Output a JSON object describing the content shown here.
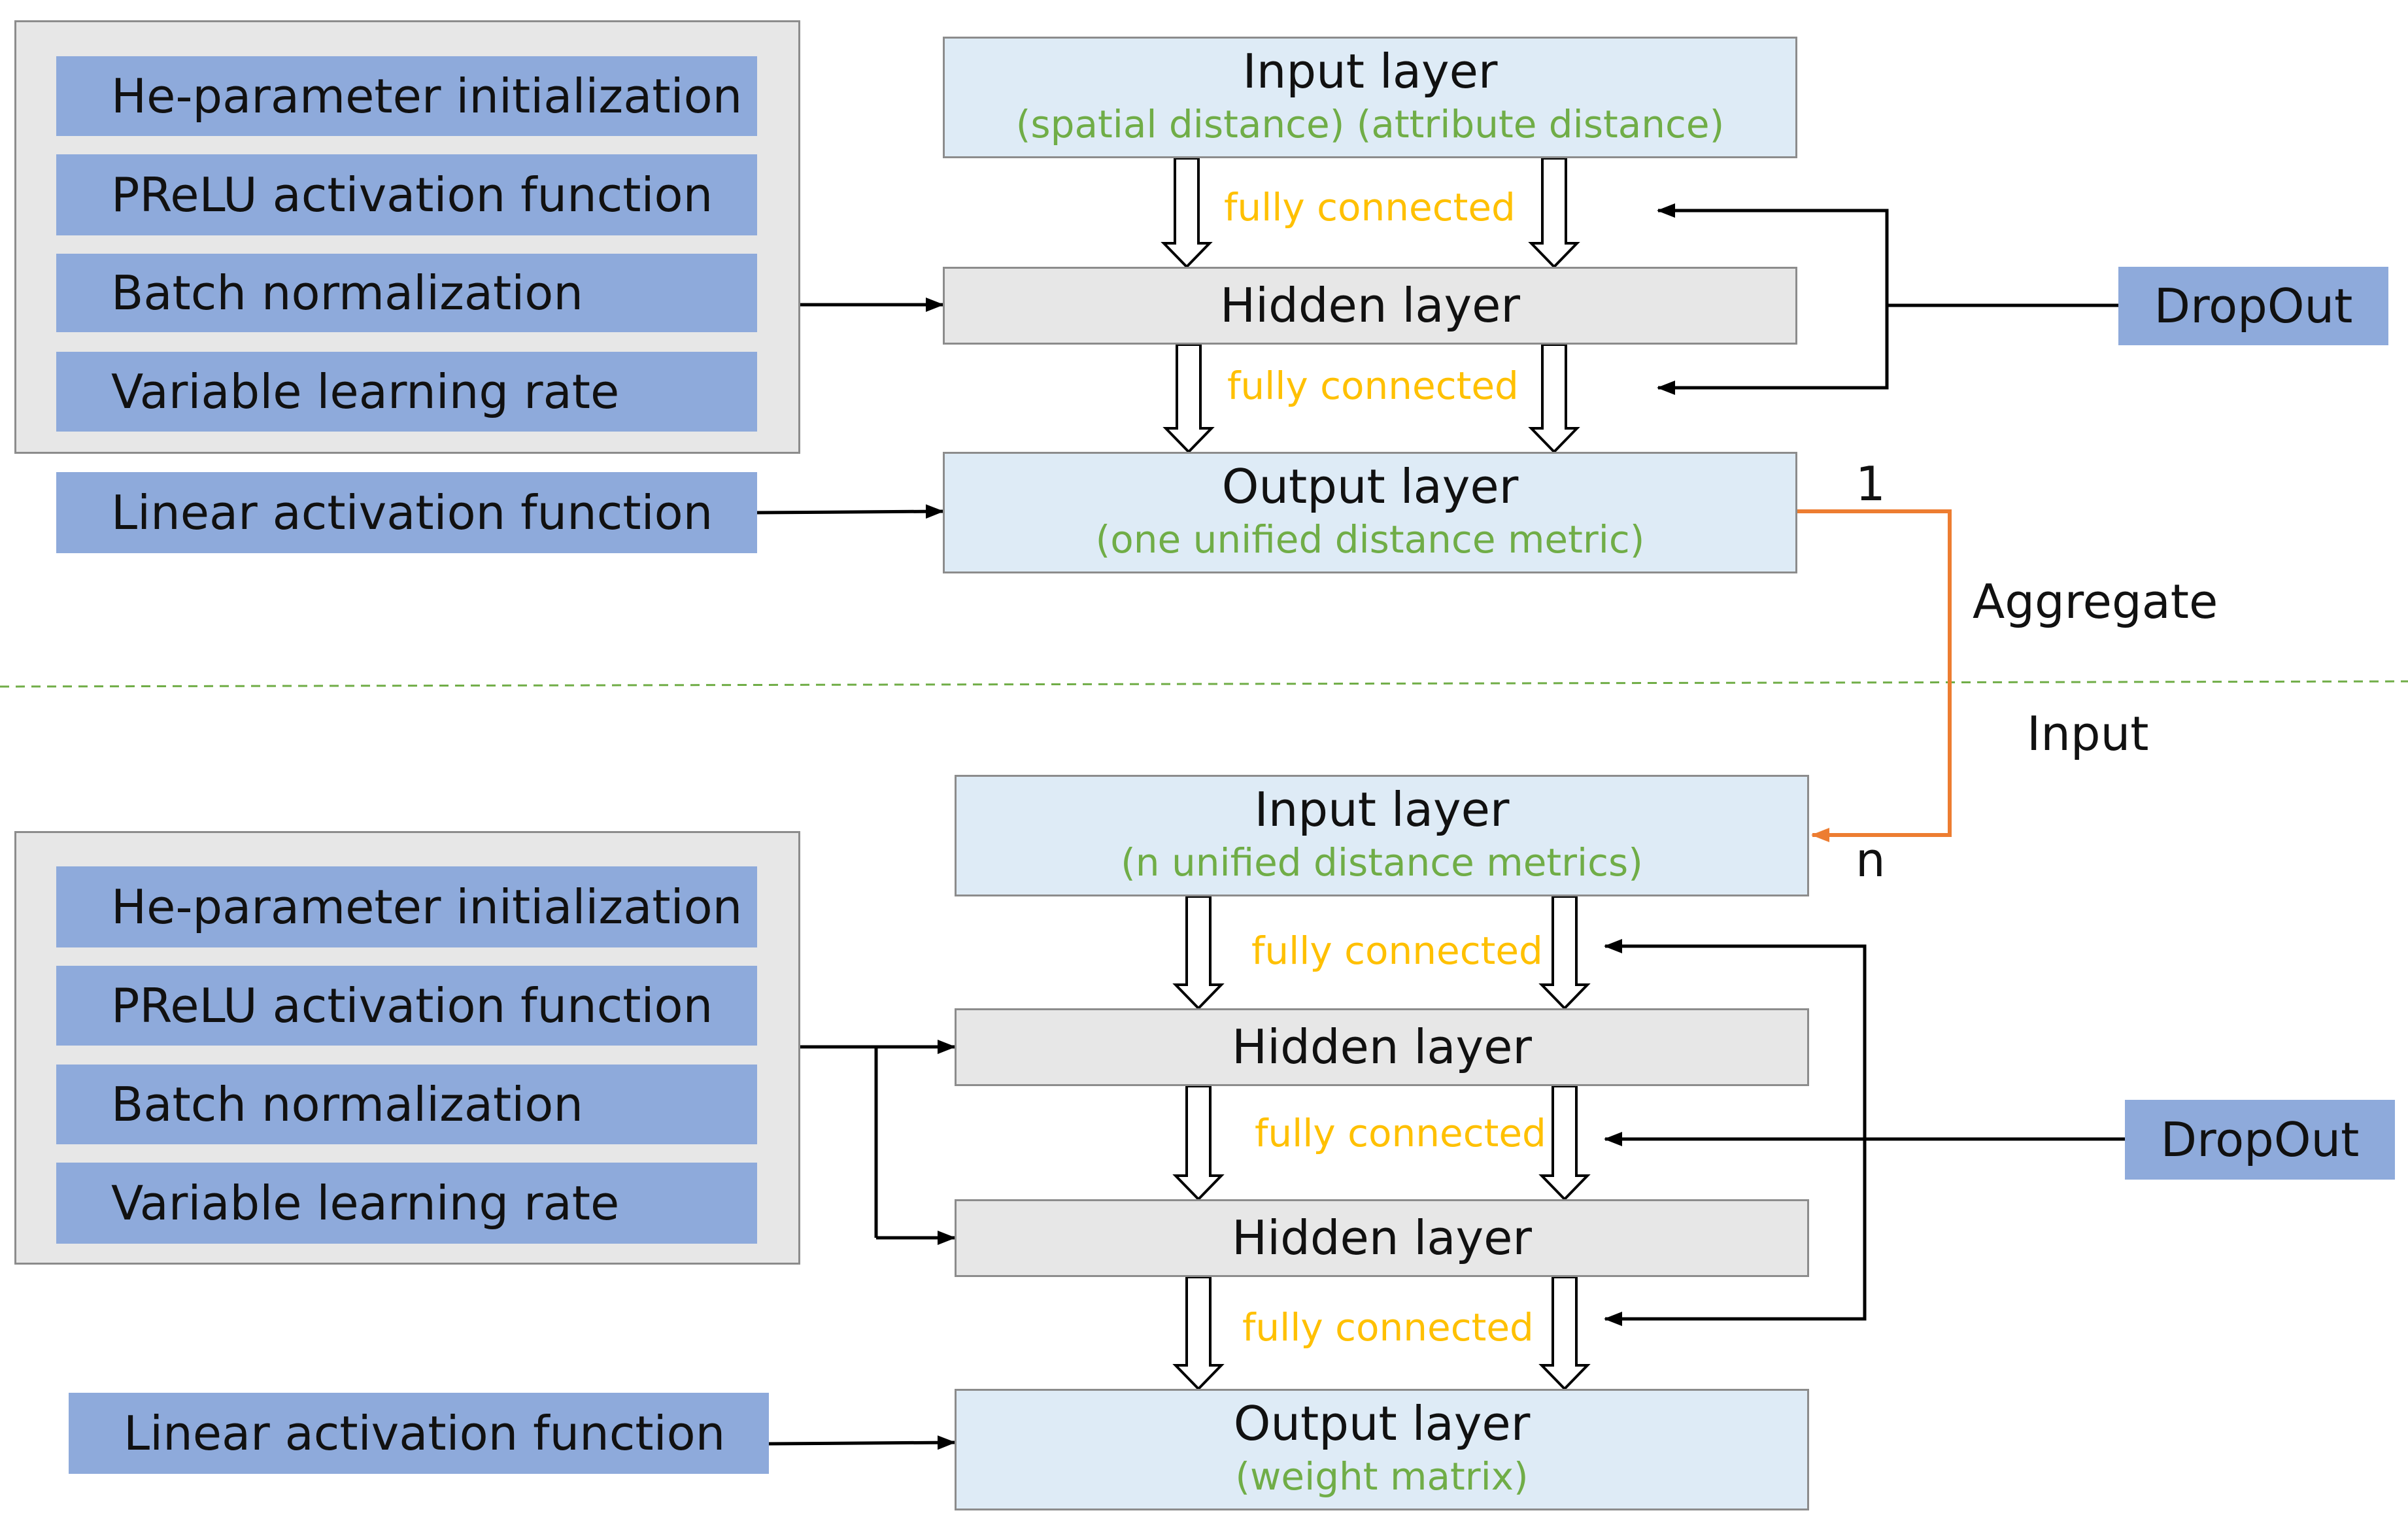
{
  "top_panel": {
    "items": [
      "He-parameter initialization",
      "PReLU activation function",
      "Batch normalization",
      "Variable learning rate"
    ],
    "linear": "Linear activation function"
  },
  "bottom_panel": {
    "items": [
      "He-parameter initialization",
      "PReLU activation function",
      "Batch normalization",
      "Variable learning rate"
    ],
    "linear": "Linear activation function"
  },
  "top_network": {
    "input_title": "Input layer",
    "input_sub": "(spatial distance)  (attribute distance)",
    "hidden_title": "Hidden layer",
    "output_title": "Output layer",
    "output_sub": "(one unified distance metric)",
    "connector": "fully connected",
    "dropout": "DropOut"
  },
  "bottom_network": {
    "input_title": "Input layer",
    "input_sub": "(n unified distance metrics)",
    "hidden_title": "Hidden layer",
    "output_title": "Output layer",
    "output_sub": "(weight matrix)",
    "connector": "fully connected",
    "dropout": "DropOut"
  },
  "link": {
    "from_count": "1",
    "aggregate": "Aggregate",
    "input": "Input",
    "to_count": "n"
  },
  "colors": {
    "chip": "#8eaadb",
    "panel": "#e7e7e7",
    "layer_blue": "#deebf6",
    "layer_grey": "#e7e7e7",
    "sublabel": "#70ad47",
    "connector": "#ffc000",
    "link": "#ed7d31",
    "separator": "#70ad47"
  }
}
